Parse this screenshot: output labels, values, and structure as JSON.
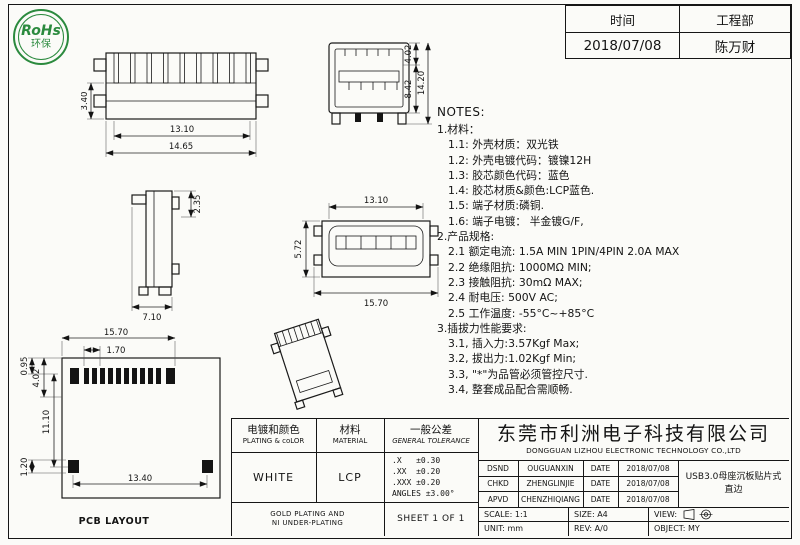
{
  "rohs": {
    "line1": "RoHs",
    "line2": "环保"
  },
  "header": {
    "time_label": "时间",
    "time_value": "2018/07/08",
    "dept_label": "工程部",
    "dept_value": "陈万财"
  },
  "notes": {
    "title": "NOTES:",
    "lines": [
      "1.材料：",
      "1.1: 外壳材质：双光铁",
      "1.2: 外壳电镀代码：镀镍12H",
      "1.3: 胶芯颜色代码：蓝色",
      "1.4: 胶芯材质&颜色:LCP蓝色.",
      "1.5: 端子材质:磷铜.",
      "1.6: 端子电镀： 半金镀G/F,",
      "2.产品规格:",
      "2.1 额定电流: 1.5A MIN 1PIN/4PIN 2.0A MAX",
      "2.2 绝缘阻抗: 1000MΩ MIN;",
      "2.3 接触阻抗: 30mΩ MAX;",
      "2.4 耐电压: 500V AC;",
      "2.5 工作温度: -55°C~+85°C",
      "3.插拔力性能要求:",
      "3.1, 插入力:3.57Kgf Max;",
      "3.2, 拔出力:1.02Kgf Min;",
      "3.3, \"*\"为品管必须管控尺寸.",
      "3.4, 整套成品配合需顺畅."
    ]
  },
  "dims": {
    "a_h": "3.40",
    "a_w1": "13.10",
    "a_w2": "14.65",
    "b_d1": "4.02",
    "b_d2": "8.42",
    "b_d3": "14.20",
    "c_d1": "2.35",
    "c_d2": "7.10",
    "d_top": "13.10",
    "d_left": "5.72",
    "d_bottom": "15.70",
    "f_top": "15.70",
    "f_pitch": "1.70",
    "f_l1": "0.95",
    "f_l2": "4.02",
    "f_l3": "11.10",
    "f_l4": "1.20",
    "f_mid": "13.40",
    "f_label": "PCB LAYOUT"
  },
  "title_block": {
    "plating_cn": "电镀和颜色",
    "plating_en": "PLATING & coLOR",
    "material_cn": "材料",
    "material_en": "MATERIAL",
    "tolerance_cn": "一般公差",
    "tolerance_en": "GENERAL TOLERANCE",
    "plating_value": "WHITE",
    "material_value": "LCP",
    "tol_1": ".X   ±0.30",
    "tol_2": ".XX  ±0.20",
    "tol_3": ".XXX ±0.20",
    "tol_4": "ANGLES ±3.00°",
    "plating_note_1": "GOLD PLATING AND",
    "plating_note_2": "NI UNDER-PLATING",
    "sheet": "SHEET 1 OF 1",
    "company_cn": "东莞市利洲电子科技有限公司",
    "company_en": "DONGGUAN LIZHOU ELECTRONIC TECHNOLOGY CO.,LTD",
    "sign_rows": [
      {
        "role": "DSND",
        "name": "OUGUANXIN",
        "date_label": "DATE",
        "date": "2018/07/08"
      },
      {
        "role": "CHKD",
        "name": "ZHENGLINJIE",
        "date_label": "DATE",
        "date": "2018/07/08"
      },
      {
        "role": "APVD",
        "name": "CHENZHIQIANG",
        "date_label": "DATE",
        "date": "2018/07/08"
      }
    ],
    "product_1": "USB3.0母座沉板贴片式",
    "product_2": "直边",
    "scale": "SCALE: 1:1",
    "size": "SIZE: A4",
    "view": "VIEW:",
    "unit": "UNIT: mm",
    "rev": "REV: A/0",
    "object": "OBJECT: MY"
  }
}
